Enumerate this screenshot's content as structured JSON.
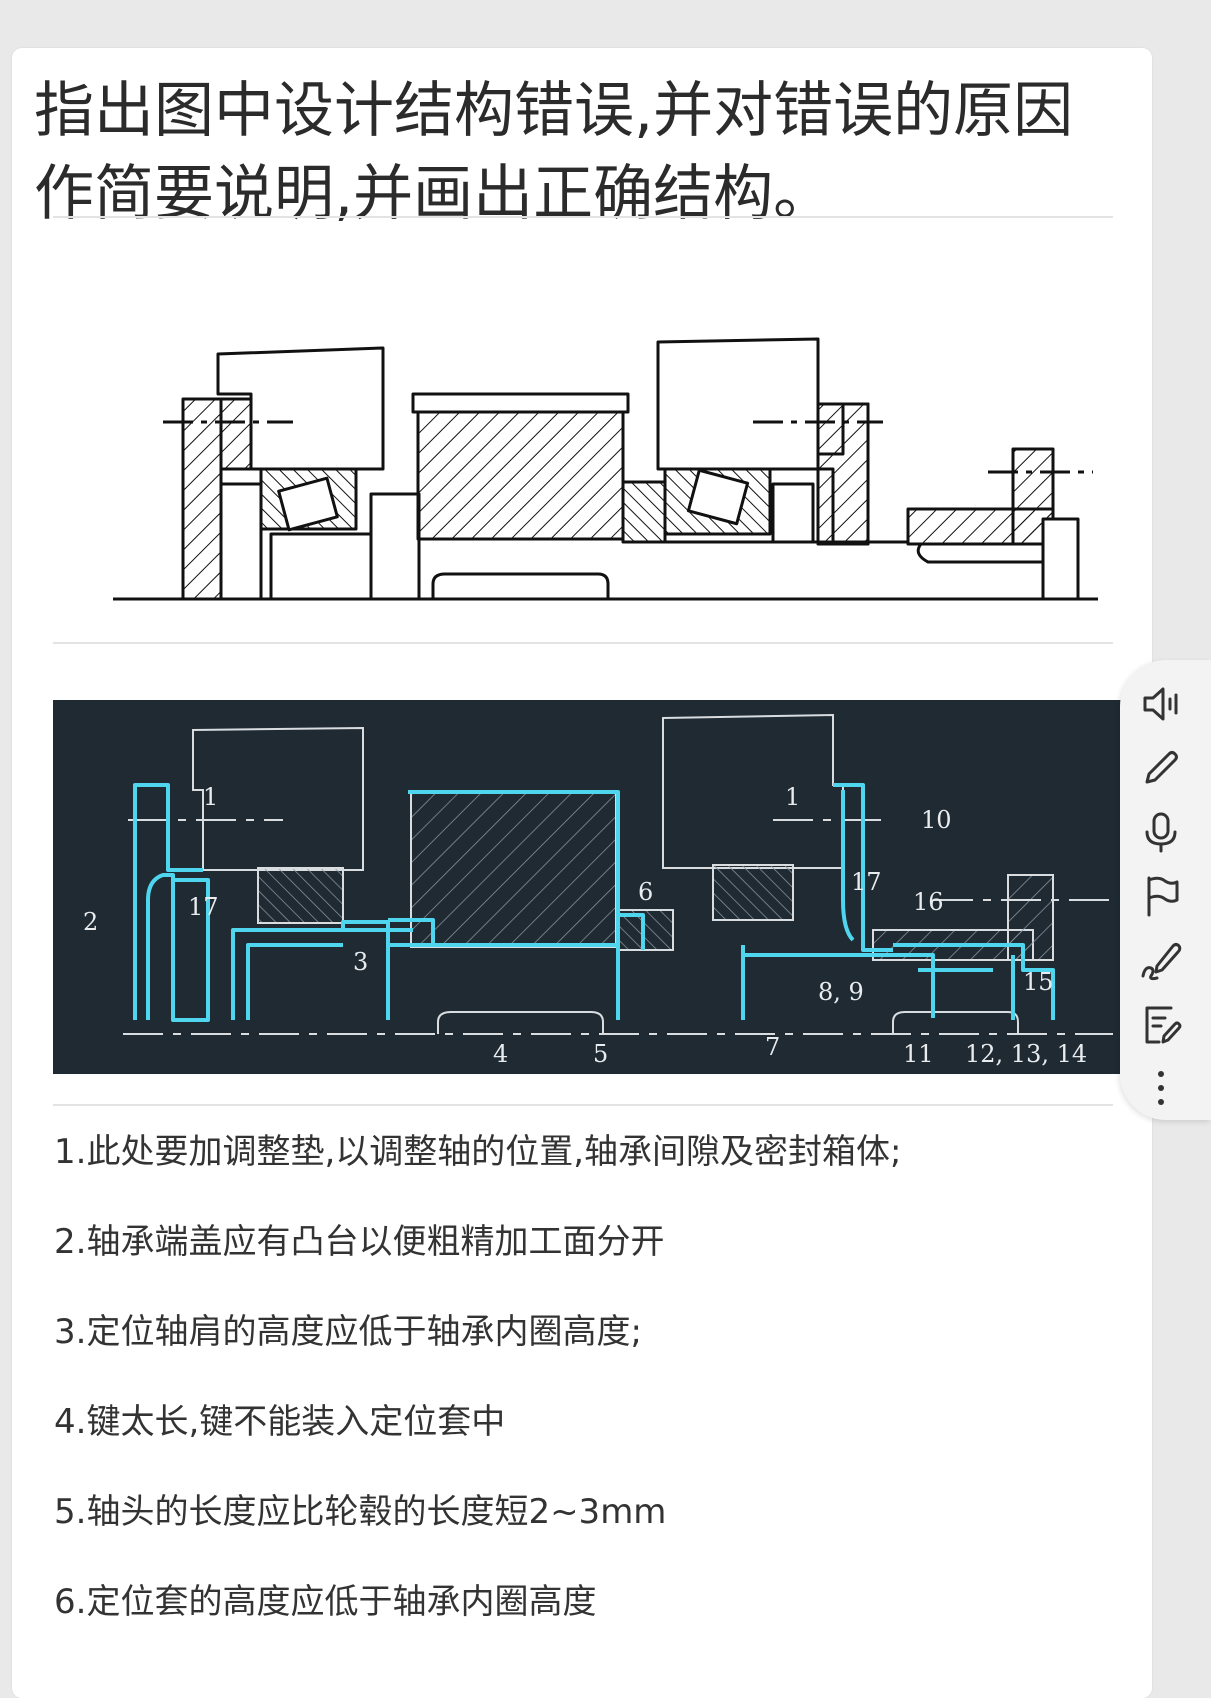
{
  "question": {
    "text": "指出图中设计结构错误,并对错误的原因作简要说明,并画出正确结构。"
  },
  "figure_labels": {
    "l1a": "1",
    "l1b": "1",
    "l2": "2",
    "l3": "3",
    "l4": "4",
    "l5": "5",
    "l6": "6",
    "l7": "7",
    "l89": "8, 9",
    "l10": "10",
    "l11": "11",
    "l121314": "12, 13, 14",
    "l15": "15",
    "l16": "16",
    "l17a": "17",
    "l17b": "17"
  },
  "answers": [
    "1.此处要加调整垫,以调整轴的位置,轴承间隙及密封箱体;",
    "2.轴承端盖应有凸台以便粗精加工面分开",
    "3.定位轴肩的高度应低于轴承内圈高度;",
    "4.键太长,键不能装入定位套中",
    "5.轴头的长度应比轮毂的长度短2~3mm",
    "6.定位套的高度应低于轴承内圈高度"
  ],
  "toolbar": {
    "icons": [
      "speaker-icon",
      "pencil-icon",
      "microphone-icon",
      "flag-icon",
      "signature-icon",
      "note-edit-icon",
      "more-vertical-icon"
    ]
  }
}
